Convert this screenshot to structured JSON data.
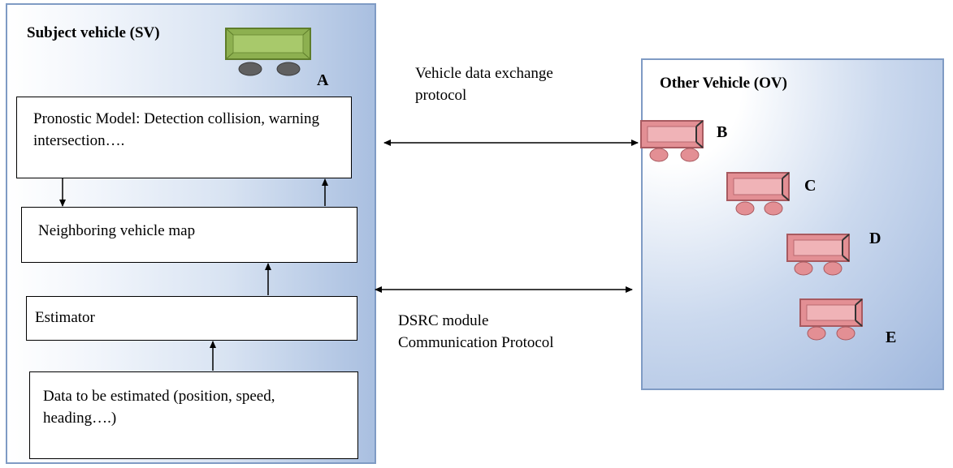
{
  "subject_vehicle": {
    "title": "Subject vehicle (SV)",
    "car_label": "A",
    "car_color": "#8db050",
    "blocks": {
      "prognostic": "Pronostic Model: Detection collision, warning intersection….",
      "map": "Neighboring vehicle map",
      "estimator": "Estimator",
      "data": "Data to be estimated (position, speed, heading….)"
    }
  },
  "other_vehicle": {
    "title": "Other Vehicle (OV)",
    "car_color": "#e38f94",
    "cars": [
      "B",
      "C",
      "D",
      "E"
    ]
  },
  "links": {
    "top": "Vehicle data exchange protocol",
    "bottom_line1": "DSRC module",
    "bottom_line2": "Communication Protocol"
  }
}
